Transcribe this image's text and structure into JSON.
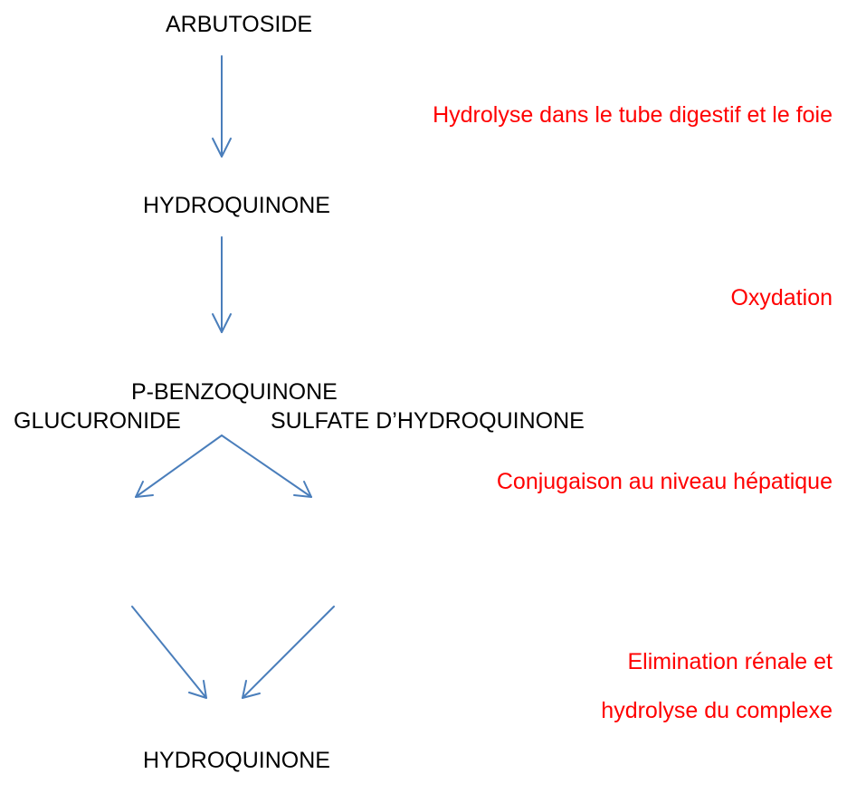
{
  "nodes": {
    "arbutoside": "ARBUTOSIDE",
    "hydroquinone_1": "HYDROQUINONE",
    "p_benzoquinone": "P-BENZOQUINONE",
    "glucuronide": "GLUCURONIDE",
    "sulfate": "SULFATE D’HYDROQUINONE",
    "hydroquinone_2": "HYDROQUINONE"
  },
  "steps": {
    "hydrolyse": "Hydrolyse dans le tube digestif et le foie",
    "oxydation": "Oxydation",
    "conjugaison": "Conjugaison au niveau hépatique",
    "elimination_line1": "Elimination rénale et",
    "elimination_line2": "hydrolyse du complexe"
  },
  "colors": {
    "node_text": "#000000",
    "step_text": "#ff0000",
    "arrow": "#4a7ebb"
  }
}
